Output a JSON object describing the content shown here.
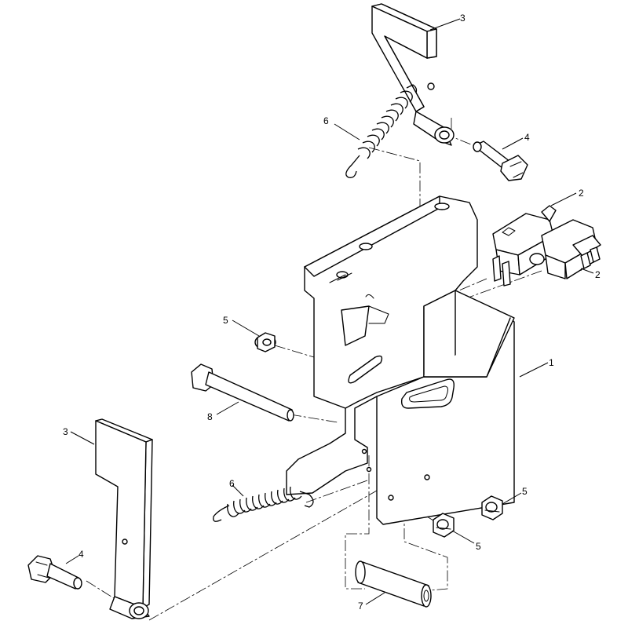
{
  "callouts": [
    {
      "id": "c3-top",
      "label": "3"
    },
    {
      "id": "c6-top",
      "label": "6"
    },
    {
      "id": "c4-top",
      "label": "4"
    },
    {
      "id": "c2-a",
      "label": "2"
    },
    {
      "id": "c2-b",
      "label": "2"
    },
    {
      "id": "c5-left",
      "label": "5"
    },
    {
      "id": "c1",
      "label": "1"
    },
    {
      "id": "c8",
      "label": "8"
    },
    {
      "id": "c3-bottom",
      "label": "3"
    },
    {
      "id": "c6-bottom",
      "label": "6"
    },
    {
      "id": "c5-right",
      "label": "5"
    },
    {
      "id": "c5-bottom",
      "label": "5"
    },
    {
      "id": "c4-bottom",
      "label": "4"
    },
    {
      "id": "c7",
      "label": "7"
    }
  ]
}
